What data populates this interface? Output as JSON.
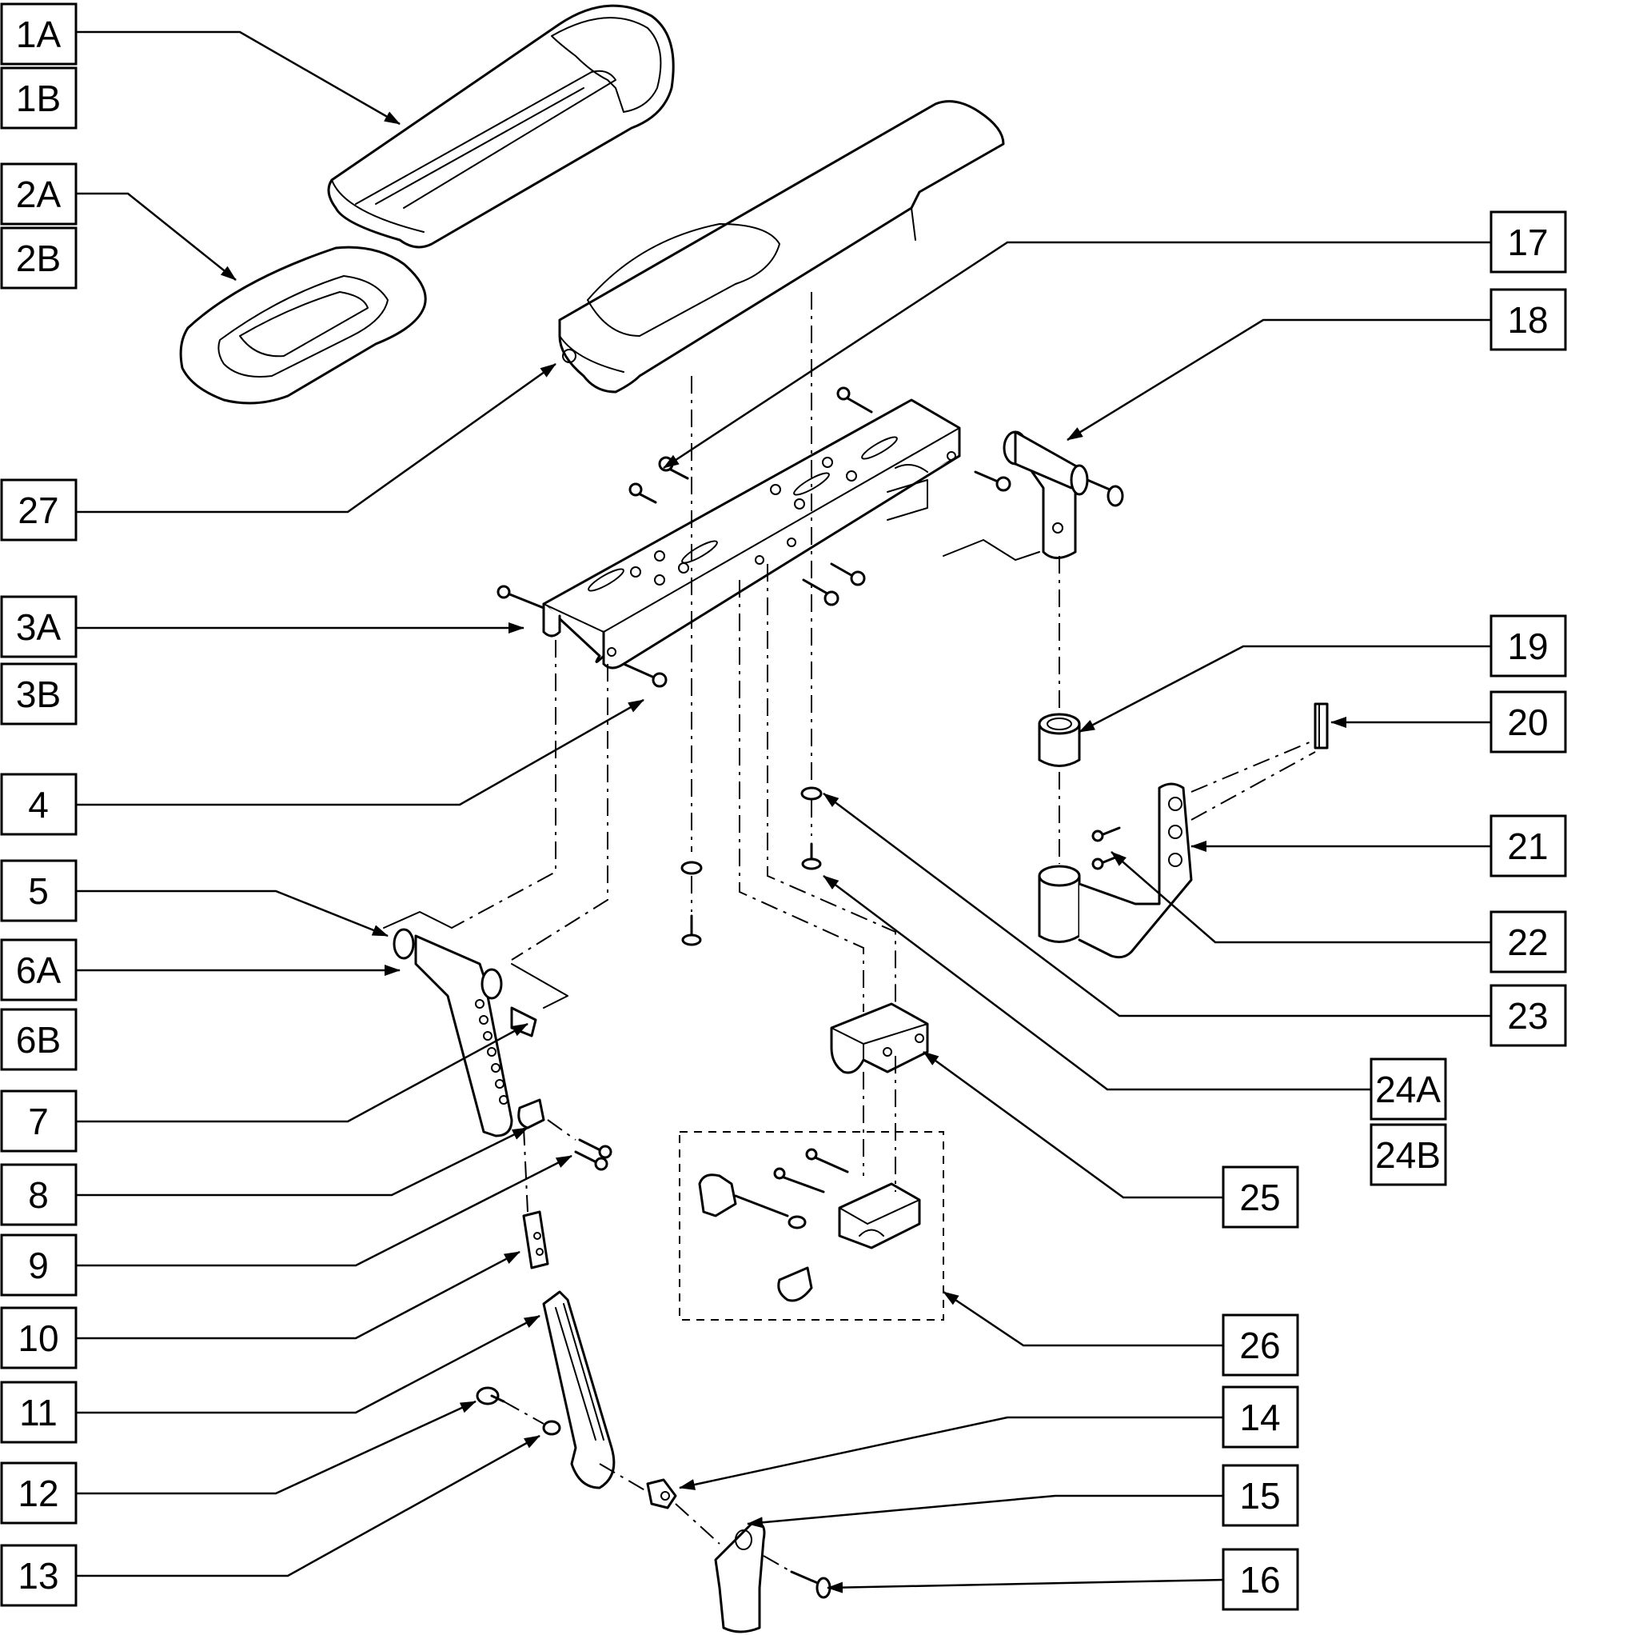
{
  "callouts": {
    "c1A": "1A",
    "c1B": "1B",
    "c2A": "2A",
    "c2B": "2B",
    "c27": "27",
    "c3A": "3A",
    "c3B": "3B",
    "c4": "4",
    "c5": "5",
    "c6A": "6A",
    "c6B": "6B",
    "c7": "7",
    "c8": "8",
    "c9": "9",
    "c10": "10",
    "c11": "11",
    "c12": "12",
    "c13": "13",
    "c17": "17",
    "c18": "18",
    "c19": "19",
    "c20": "20",
    "c21": "21",
    "c22": "22",
    "c23": "23",
    "c24A": "24A",
    "c24B": "24B",
    "c25": "25",
    "c26": "26",
    "c14": "14",
    "c15": "15",
    "c16": "16"
  },
  "colors": {
    "line": "#000000",
    "background": "#ffffff"
  }
}
